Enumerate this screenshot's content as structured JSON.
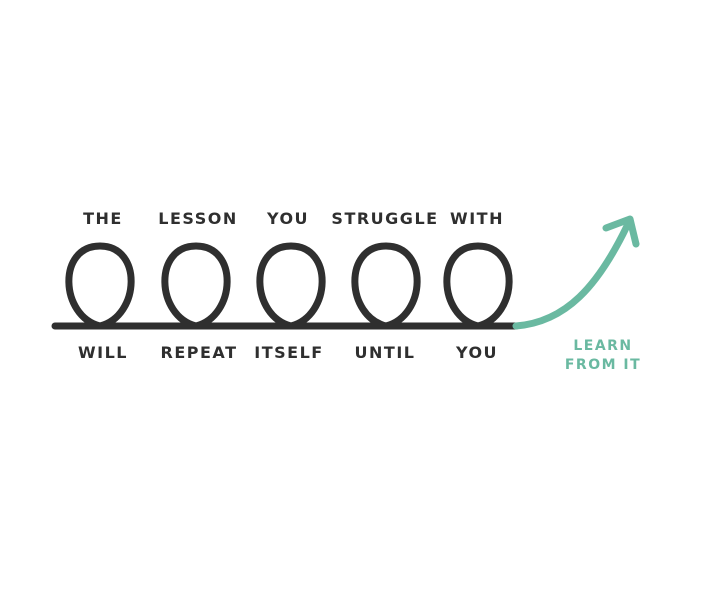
{
  "colors": {
    "ink": "#2f2f2f",
    "accent": "#6ab9a1",
    "background": "#ffffff"
  },
  "top_words": [
    "THE",
    "LESSON",
    "YOU",
    "STRUGGLE",
    "WITH"
  ],
  "bottom_words": [
    "WILL",
    "REPEAT",
    "ITSELF",
    "UNTIL",
    "YOU"
  ],
  "outcome": {
    "line1": "LEARN",
    "line2": "FROM IT"
  },
  "icons": {
    "loops": "five-loop-spiral",
    "arrow": "upward-curved-arrow"
  }
}
